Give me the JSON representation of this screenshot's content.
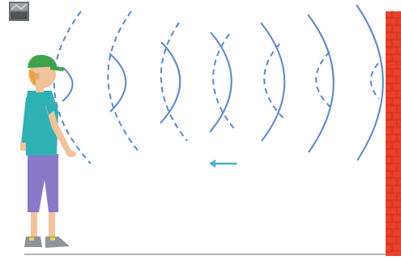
{
  "diagram": {
    "outgoing_wave_style": "solid",
    "reflected_wave_style": "dashed",
    "reflected_direction_arrow": "left-arrow-icon",
    "wall": "brick-wall",
    "person": "boy-with-green-cap",
    "corner_thumbnail": "photo-thumbnail-icon"
  },
  "colors": {
    "wave": "#5b88c6",
    "wall": "#e8402b",
    "wall_mortar": "#c4301d",
    "arrow": "#4ab0c4",
    "cap": "#3fa34d",
    "shirt": "#2fb1b4",
    "pants": "#8a78c8",
    "skin": "#f2c39a",
    "hair": "#e8a43a",
    "shoe": "#8e949c",
    "shoe_accent": "#f0d23a",
    "ground": "#9a9a9a"
  }
}
